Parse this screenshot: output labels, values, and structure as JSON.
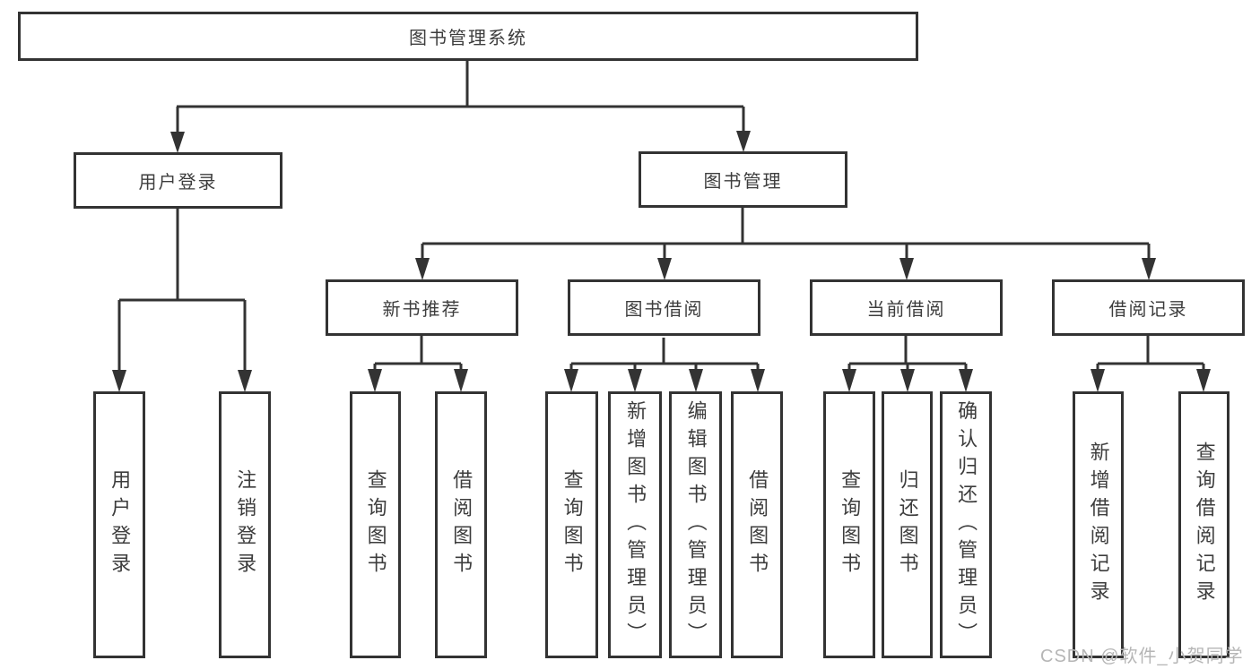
{
  "tree": {
    "root": "图书管理系统",
    "level2": [
      {
        "label": "用户登录",
        "leaves": [
          "用户登录",
          "注销登录"
        ]
      },
      {
        "label": "图书管理",
        "sections": [
          {
            "label": "新书推荐",
            "leaves": [
              "查询图书",
              "借阅图书"
            ]
          },
          {
            "label": "图书借阅",
            "leaves": [
              "查询图书",
              "新增图书（管理员）",
              "编辑图书（管理员）",
              "借阅图书"
            ]
          },
          {
            "label": "当前借阅",
            "leaves": [
              "查询图书",
              "归还图书",
              "确认归还（管理员）"
            ]
          },
          {
            "label": "借阅记录",
            "leaves": [
              "新增借阅记录",
              "查询借阅记录"
            ]
          }
        ]
      }
    ]
  },
  "watermark": {
    "text": "CSDN @软件_小贺同学"
  },
  "colors": {
    "line": "#333333",
    "text": "#3d3d3d",
    "watermark": "#b6b6b6",
    "background": "#ffffff"
  }
}
